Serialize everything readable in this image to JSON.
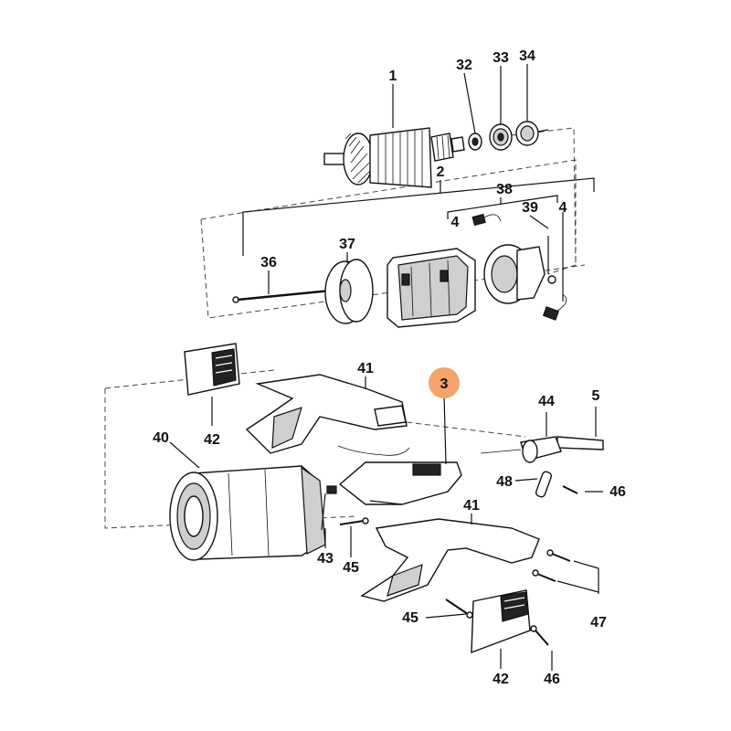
{
  "callouts": {
    "c1": "1",
    "c2": "2",
    "c3": "3",
    "c4a": "4",
    "c4b": "4",
    "c5": "5",
    "c32": "32",
    "c33": "33",
    "c34": "34",
    "c36": "36",
    "c37": "37",
    "c38": "38",
    "c39": "39",
    "c40": "40",
    "c41a": "41",
    "c41b": "41",
    "c42a": "42",
    "c42b": "42",
    "c43": "43",
    "c44": "44",
    "c45a": "45",
    "c45b": "45",
    "c46a": "46",
    "c46b": "46",
    "c47": "47",
    "c48": "48"
  },
  "colors": {
    "highlight": "#f5a36a",
    "ink": "#111111"
  }
}
